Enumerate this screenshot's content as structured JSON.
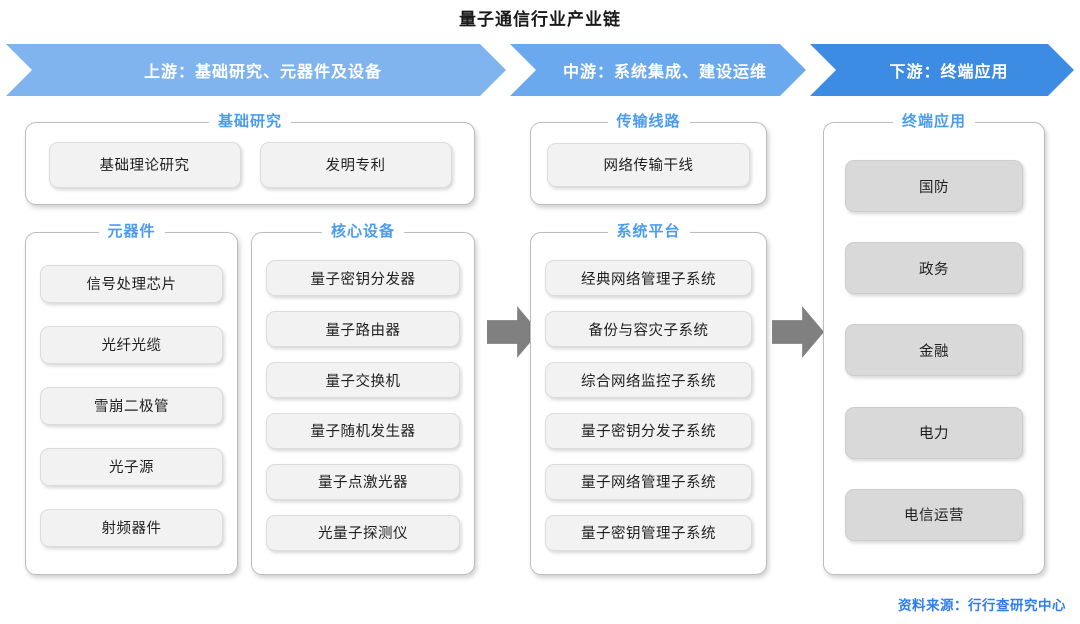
{
  "title": "量子通信行业产业链",
  "banner": {
    "segments": [
      {
        "label": "上游：基础研究、元器件及设备",
        "color": "#7fb4ef"
      },
      {
        "label": "中游：系统集成、建设运维",
        "color": "#6aa9ee"
      },
      {
        "label": "下游：终端应用",
        "color": "#3d8ce4"
      }
    ]
  },
  "groups": {
    "basic_research": {
      "title": "基础研究",
      "items": [
        "基础理论研究",
        "发明专利"
      ]
    },
    "components": {
      "title": "元器件",
      "items": [
        "信号处理芯片",
        "光纤光缆",
        "雪崩二极管",
        "光子源",
        "射频器件"
      ]
    },
    "core_equipment": {
      "title": "核心设备",
      "items": [
        "量子密钥分发器",
        "量子路由器",
        "量子交换机",
        "量子随机发生器",
        "量子点激光器",
        "光量子探测仪"
      ]
    },
    "transmission_line": {
      "title": "传输线路",
      "items": [
        "网络传输干线"
      ]
    },
    "system_platform": {
      "title": "系统平台",
      "items": [
        "经典网络管理子系统",
        "备份与容灾子系统",
        "综合网络监控子系统",
        "量子密钥分发子系统",
        "量子网络管理子系统",
        "量子密钥管理子系统"
      ]
    },
    "terminal_application": {
      "title": "终端应用",
      "items": [
        "国防",
        "政务",
        "金融",
        "电力",
        "电信运营"
      ]
    }
  },
  "connectors": [
    {
      "name": "upstream-to-midstream"
    },
    {
      "name": "midstream-to-downstream"
    }
  ],
  "source": "资料来源：行行查研究中心",
  "colors": {
    "group_title": "#4a9cf0",
    "source_text": "#2f7df0",
    "chip_light": "#f2f2f2",
    "chip_dark": "#d9d9d9",
    "arrow": "#808080"
  }
}
